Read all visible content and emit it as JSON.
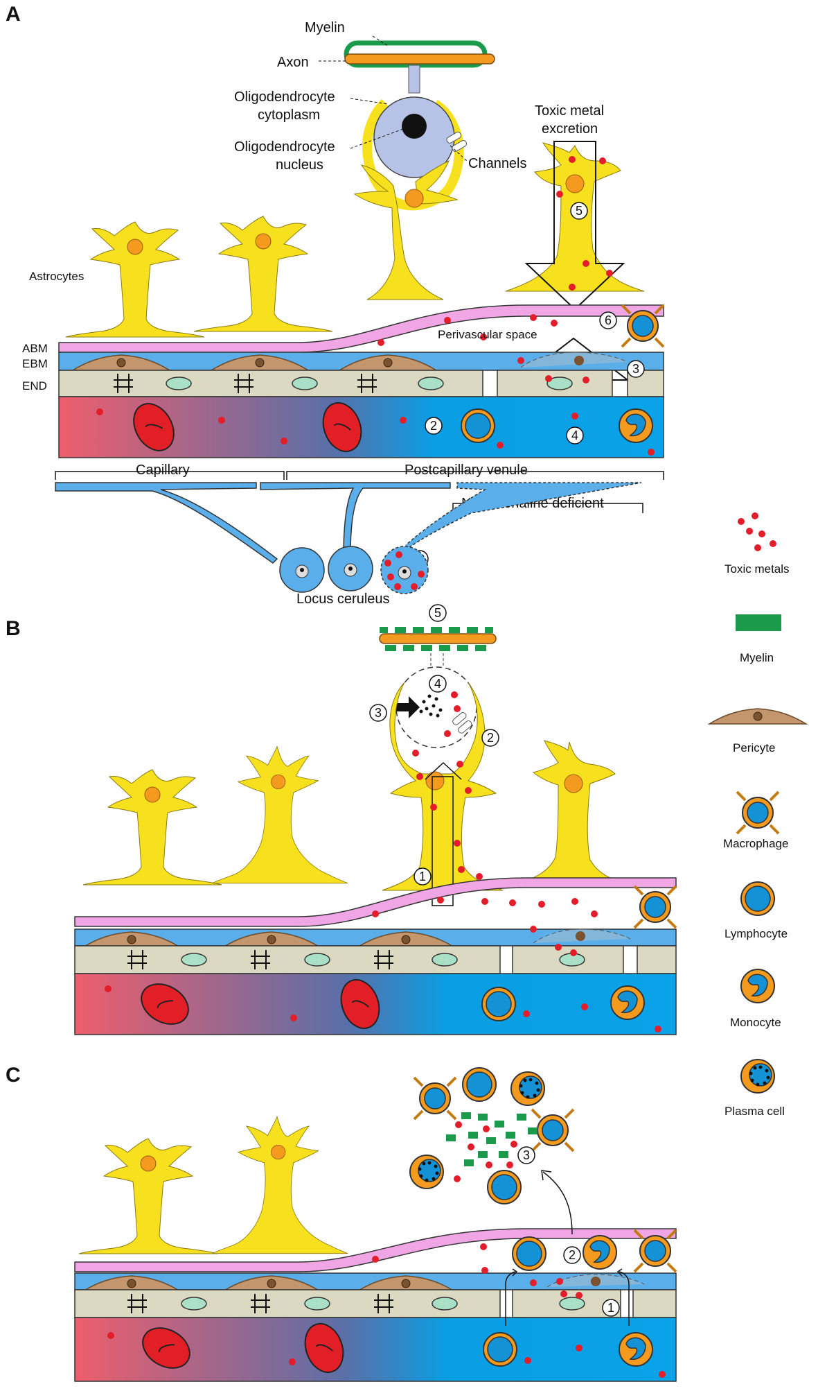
{
  "panels": {
    "a": {
      "letter": "A",
      "myelin": "Myelin",
      "axon": "Axon",
      "oligo_cyto_1": "Oligodendrocyte",
      "oligo_cyto_2": "cytoplasm",
      "oligo_nuc_1": "Oligodendrocyte",
      "oligo_nuc_2": "nucleus",
      "channels": "Channels",
      "toxic_excretion_1": "Toxic metal",
      "toxic_excretion_2": "excretion",
      "astrocytes": "Astrocytes",
      "perivascular": "Perivascular space",
      "abm": "ABM",
      "ebm": "EBM",
      "end": "END",
      "capillary": "Capillary",
      "postcapillary": "Postcapillary venule",
      "noradrenaline": "Noradrenaline deficient",
      "locus": "Locus ceruleus",
      "steps": [
        "1",
        "2",
        "3",
        "4",
        "5",
        "6"
      ]
    },
    "b": {
      "letter": "B",
      "steps": [
        "1",
        "2",
        "3",
        "4",
        "5"
      ]
    },
    "c": {
      "letter": "C",
      "steps": [
        "1",
        "2",
        "3"
      ]
    }
  },
  "legend": [
    {
      "label": "Toxic metals",
      "icon": "toxic-metals-icon"
    },
    {
      "label": "Myelin",
      "icon": "myelin-icon"
    },
    {
      "label": "Pericyte",
      "icon": "pericyte-icon"
    },
    {
      "label": "Macrophage",
      "icon": "macrophage-icon"
    },
    {
      "label": "Lymphocyte",
      "icon": "lymphocyte-icon"
    },
    {
      "label": "Monocyte",
      "icon": "monocyte-icon"
    },
    {
      "label": "Plasma cell",
      "icon": "plasma-cell-icon"
    }
  ],
  "colors": {
    "astrocyte": "#f7e11e",
    "nucleus": "#f39a1f",
    "pink": "#f0a6e4",
    "blue": "#1592d6",
    "beige": "#dcd9c2",
    "red_blood": "#e21e26",
    "toxic": "#e41d2a",
    "green_myelin": "#1a9a4a",
    "pericyte": "#c4966d",
    "oligo": "#b6c2e6",
    "blood_left": "#ee5e6c",
    "blood_right": "#0aa2e8",
    "neuron": "#5aaeea"
  }
}
